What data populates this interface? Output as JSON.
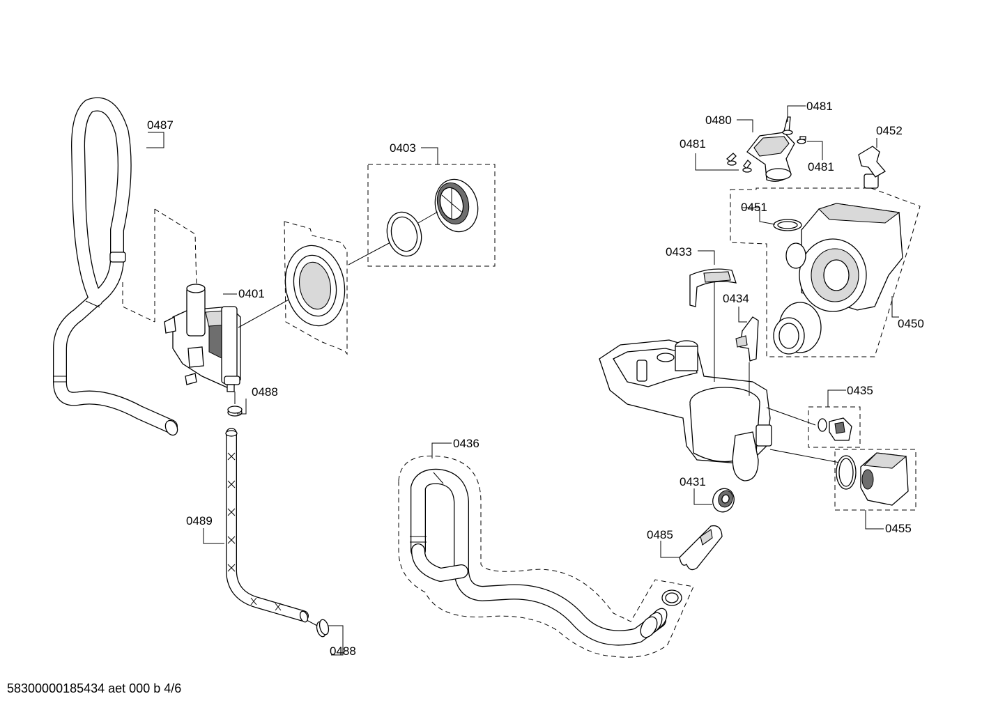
{
  "footer": "58300000185434 aet 000 b 4/6",
  "parts": {
    "p0401": "0401",
    "p0403": "0403",
    "p0431": "0431",
    "p0433": "0433",
    "p0434": "0434",
    "p0435": "0435",
    "p0436": "0436",
    "p0450": "0450",
    "p0451": "0451",
    "p0452": "0452",
    "p0455": "0455",
    "p0480": "0480",
    "p0481": "0481",
    "p0485": "0485",
    "p0487": "0487",
    "p0488": "0488",
    "p0489": "0489"
  }
}
